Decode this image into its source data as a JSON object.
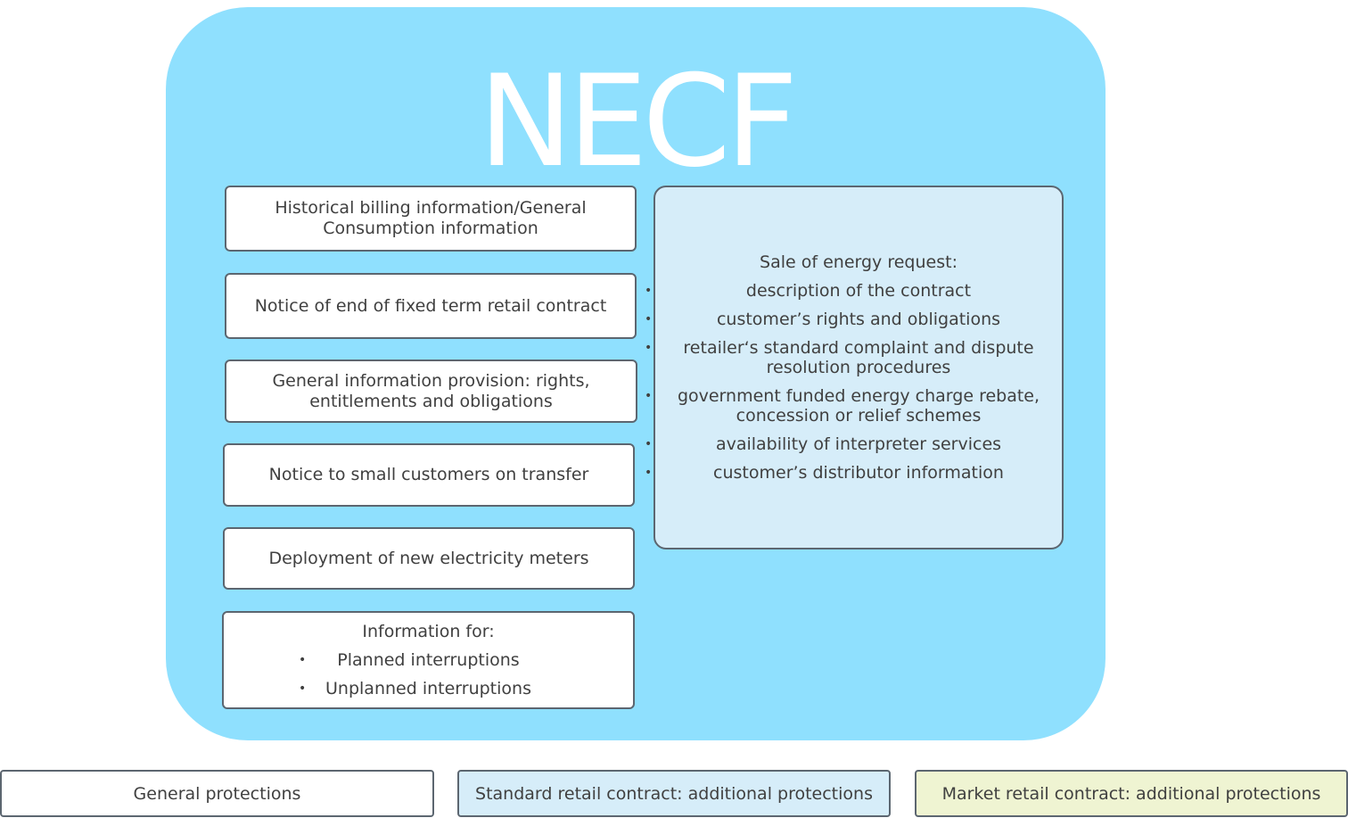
{
  "title": "NECF",
  "colors": {
    "panel": "#8fe0fe",
    "general": "#ffffff",
    "standard": "#d6edf9",
    "market": "#eff4d2",
    "border": "#5c6670",
    "text": "#404040"
  },
  "left_boxes": {
    "historical": {
      "line1": "Historical billing information/General",
      "line2": "Consumption information"
    },
    "notice_end": "Notice of end of fixed term retail contract",
    "general_info": {
      "line1": "General information provision: rights,",
      "line2": "entitlements and obligations"
    },
    "notice_transfer": "Notice to small customers on transfer",
    "deployment": "Deployment of new electricity meters",
    "interruptions": {
      "heading": "Information for:",
      "items": [
        "Planned interruptions",
        "Unplanned interruptions"
      ]
    }
  },
  "sale_box": {
    "heading": "Sale of energy request:",
    "items": [
      "description of the contract",
      "customer’s rights and obligations",
      "retailer‘s standard complaint and dispute resolution procedures",
      "government funded energy charge rebate, concession or relief schemes",
      "availability of interpreter services",
      "customer’s distributor information"
    ]
  },
  "legend": {
    "general": "General protections",
    "standard": "Standard retail contract: additional protections",
    "market": "Market retail contract: additional protections"
  }
}
